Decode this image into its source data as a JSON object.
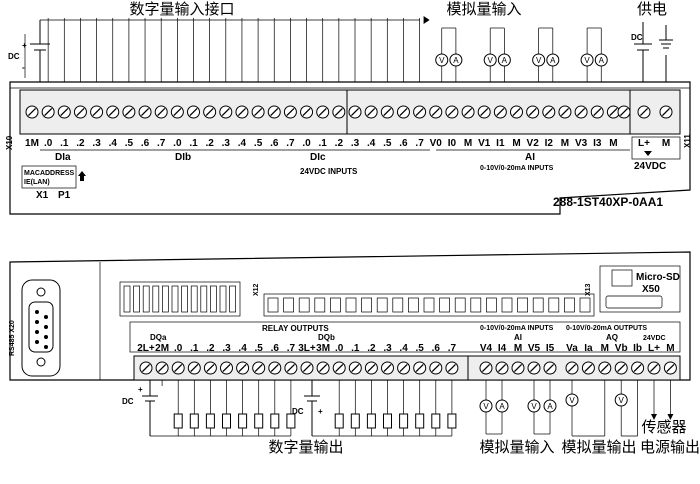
{
  "top": {
    "sections": {
      "digital_in": "数字量输入接口",
      "analog_in": "模拟量输入",
      "power": "供电"
    },
    "dc_label": "DC",
    "dc_power_label": "DC",
    "plus_sign": "+",
    "minus_sign": "-",
    "meter_v": "V",
    "meter_a": "A",
    "connector_left": "X10",
    "connector_right": "X11",
    "terminal_labels": [
      "1M",
      ".0",
      ".1",
      ".2",
      ".3",
      ".4",
      ".5",
      ".6",
      ".7",
      ".0",
      ".1",
      ".2",
      ".3",
      ".4",
      ".5",
      ".6",
      ".7",
      ".0",
      ".1",
      ".2",
      ".3",
      ".4",
      ".5",
      ".6",
      ".7",
      "V0",
      "I0",
      "M",
      "V1",
      "I1",
      "M",
      "V2",
      "I2",
      "M",
      "V3",
      "I3",
      "M",
      "L+",
      "M"
    ],
    "groups": {
      "dia": "DIa",
      "dib": "DIb",
      "dic": "DIc",
      "ai": "AI"
    },
    "inputs_label": "24VDC INPUTS",
    "ai_range_label": "0-10V/0-20mA INPUTS",
    "vdc_label": "24VDC",
    "mac_line1": "MACADDRESS",
    "mac_line2": "IE(LAN)",
    "x1_label": "X1",
    "p1_label": "P1",
    "model": "288-1ST40XP-0AA1"
  },
  "bottom": {
    "rs485_label": "RS485 X20",
    "x12_label": "X12",
    "x13_label": "X13",
    "sd_label": "Micro-SD",
    "x50_label": "X50",
    "relay_outputs": "RELAY OUTPUTS",
    "dqa": "DQa",
    "dqb": "DQb",
    "ai_inputs": "0-10V/0-20mA INPUTS",
    "ai": "AI",
    "aq_outputs": "0-10V/0-20mA OUTPUTS",
    "aq": "AQ",
    "vdc_out": "24VDC",
    "terminal_labels": [
      "2L+",
      "2M",
      ".0",
      ".1",
      ".2",
      ".3",
      ".4",
      ".5",
      ".6",
      ".7",
      "3L+",
      "3M",
      ".0",
      ".1",
      ".2",
      ".3",
      ".4",
      ".5",
      ".6",
      ".7",
      "V4",
      "I4",
      "M",
      "V5",
      "I5",
      "Va",
      "Ia",
      "M",
      "Vb",
      "Ib",
      "L+",
      "M"
    ],
    "dc_label_1": "DC",
    "dc_label_2": "DC",
    "plus_sign": "+",
    "meter_v": "V",
    "meter_a": "A",
    "sections": {
      "digital_out": "数字量输出",
      "analog_in": "模拟量输入",
      "analog_out": "模拟量输出",
      "power_out": "电源输出",
      "sensor": "传感器"
    }
  }
}
